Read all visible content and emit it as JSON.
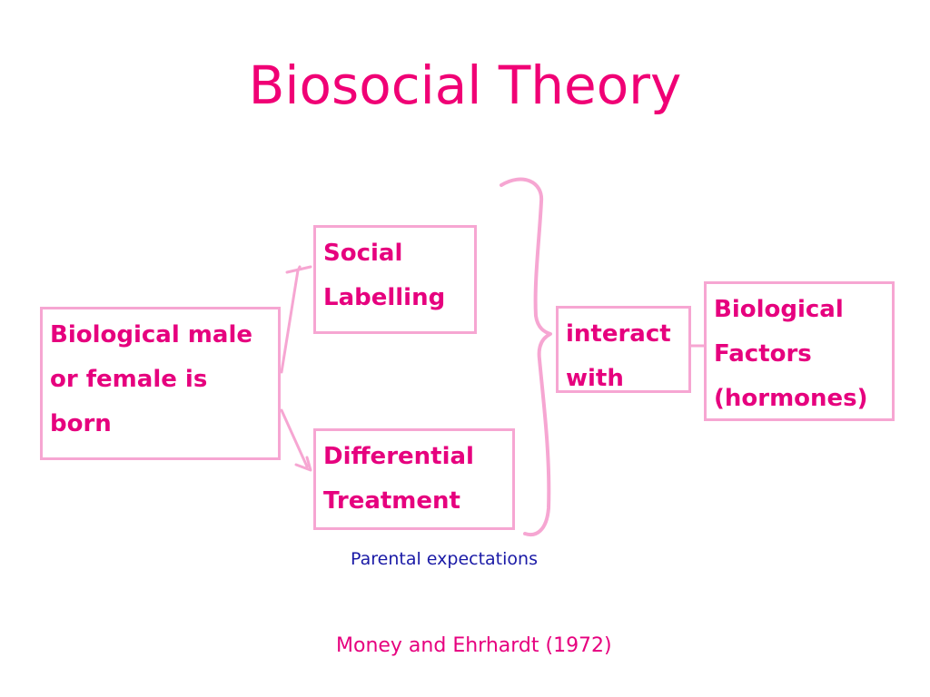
{
  "title": "Biosocial Theory",
  "boxes": {
    "born": "Biological male\nor female is\nborn",
    "labelling": "Social\nLabelling",
    "treatment": "Differential\nTreatment",
    "interact": "interact\nwith",
    "biological": "Biological\nFactors\n(hormones)"
  },
  "captions": {
    "parental": "Parental expectations",
    "citation": "Money and Ehrhardt (1972)"
  },
  "colors": {
    "title": "#f00075",
    "box_text": "#e6007e",
    "box_border": "#f6a6d2",
    "connector": "#f6a6d2",
    "parental_caption": "#1a1aa6",
    "citation": "#e6007e"
  }
}
